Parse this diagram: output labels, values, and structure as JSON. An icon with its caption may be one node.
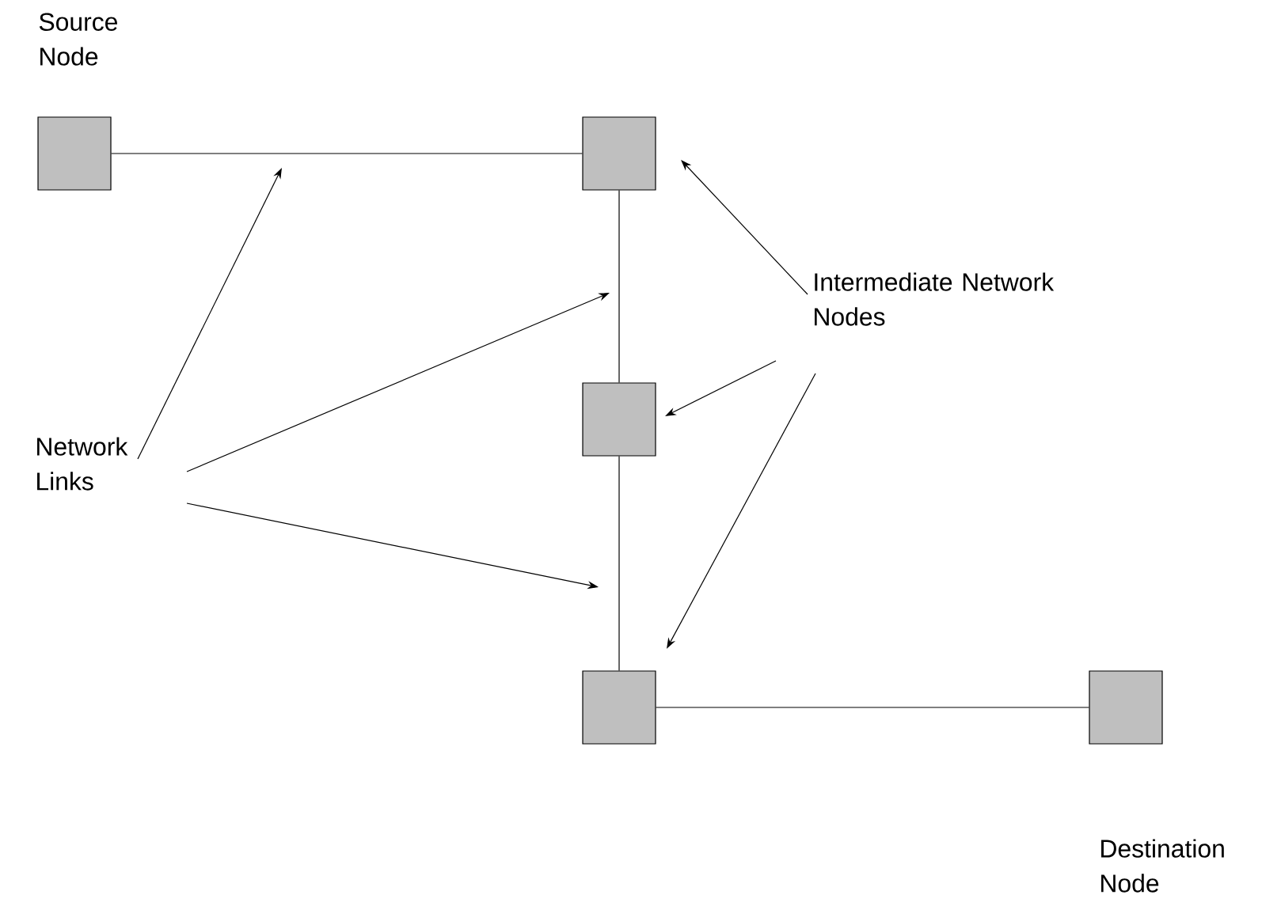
{
  "diagram": {
    "nodes": [
      {
        "text": [
          "Source Node"
        ]
      },
      {
        "text": [],
        "shape": "box"
      },
      {
        "text": [],
        "shape": "box"
      },
      {
        "text": [],
        "shape": "box"
      },
      {
        "text": [
          "Destination Node"
        ]
      },
      {
        "text": [
          "Intermediate Network Nodes"
        ]
      },
      {
        "text": [
          "Network Links"
        ]
      }
    ],
    "edges": [
      {
        "from": 0,
        "to": 1,
        "arrow": "none"
      },
      {
        "from": 1,
        "to": 2,
        "arrow": "none"
      },
      {
        "from": 2,
        "to": 3,
        "arrow": "none"
      },
      {
        "from": 3,
        "to": 4,
        "arrow": "none"
      },
      {
        "from": 5,
        "to": 1,
        "arrow": "to"
      },
      {
        "from": 5,
        "to": 2,
        "arrow": "to"
      },
      {
        "from": 5,
        "to": 3,
        "arrow": "to"
      },
      {
        "from": 6,
        "to": null,
        "arrow": "to"
      },
      {
        "from": 6,
        "to": null,
        "arrow": "to"
      },
      {
        "from": 6,
        "to": null,
        "arrow": "to"
      }
    ]
  }
}
